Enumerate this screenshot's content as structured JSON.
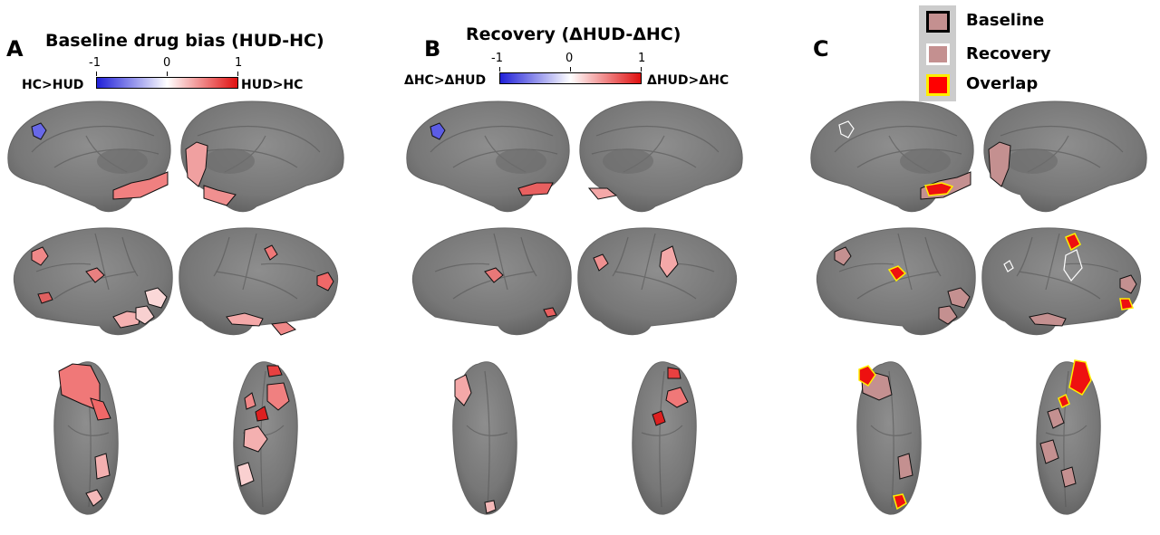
{
  "panels": {
    "a": {
      "letter": "A",
      "title": "Baseline drug bias (HUD-HC)",
      "colorbar": {
        "left_label": "HC>HUD",
        "right_label": "HUD>HC",
        "ticks": [
          "-1",
          "0",
          "1"
        ],
        "low_color": "#2020d8",
        "mid_color": "#ffffff",
        "high_color": "#e01010"
      }
    },
    "b": {
      "letter": "B",
      "title": "Recovery (ΔHUD-ΔHC)",
      "colorbar": {
        "left_label": "ΔHC>ΔHUD",
        "right_label": "ΔHUD>ΔHC",
        "ticks": [
          "-1",
          "0",
          "1"
        ],
        "low_color": "#2020d8",
        "mid_color": "#ffffff",
        "high_color": "#e01010"
      }
    },
    "c": {
      "letter": "C",
      "legend": [
        {
          "label": "Baseline",
          "fill": "#c49090",
          "border": "#000000"
        },
        {
          "label": "Recovery",
          "fill": "#c49090",
          "border": "#ffffff"
        },
        {
          "label": "Overlap",
          "fill": "#ff0000",
          "border": "#ffee00"
        }
      ]
    }
  },
  "colors": {
    "surface": "#7c7c7c",
    "background": "#ffffff"
  }
}
